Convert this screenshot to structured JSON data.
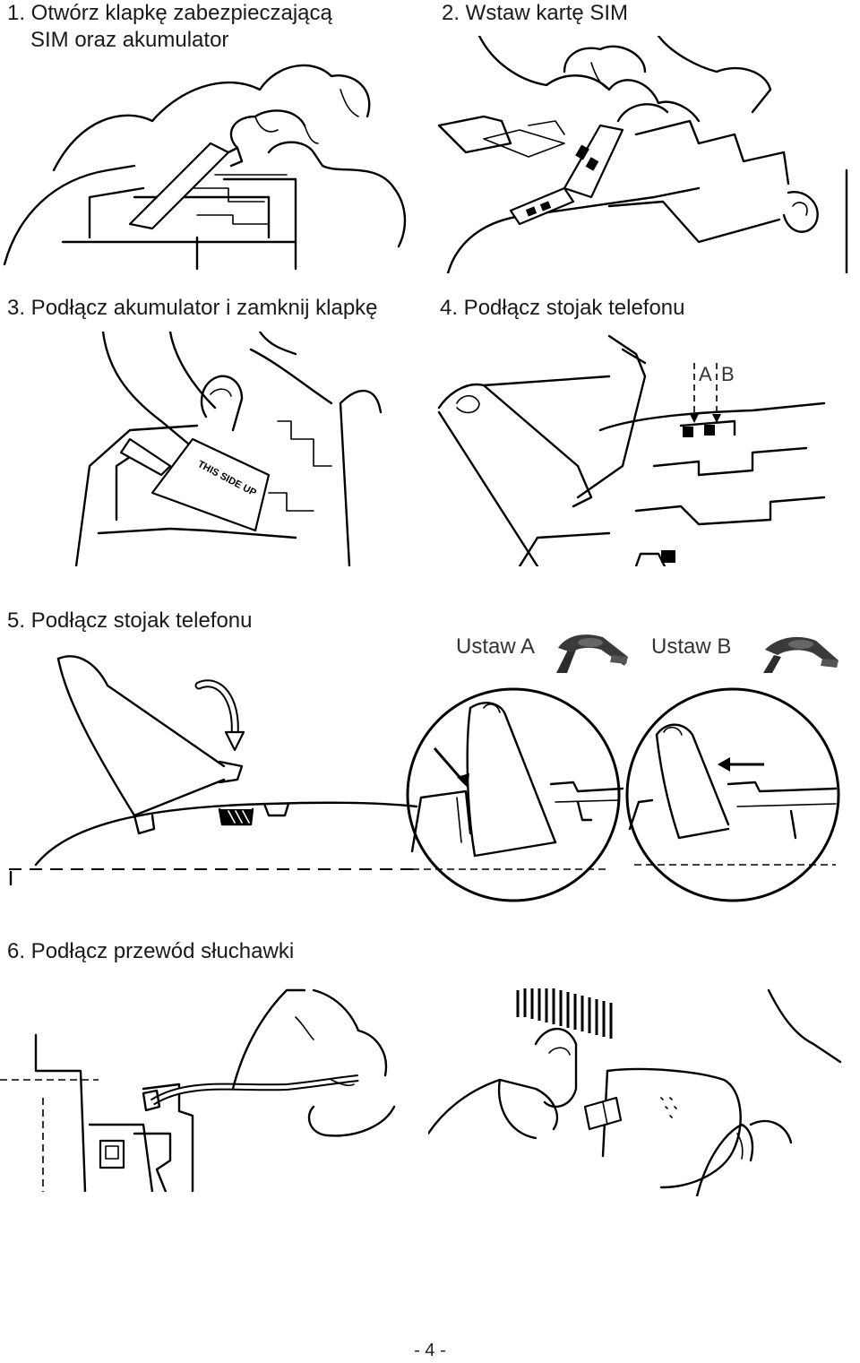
{
  "steps": {
    "step1": {
      "line1": "1. Otwórz klapkę zabezpieczającą",
      "line2": "SIM oraz akumulator"
    },
    "step2": {
      "title": "2. Wstaw kartę SIM"
    },
    "step3": {
      "title": "3. Podłącz akumulator i zamknij klapkę",
      "battery_label": "THIS SIDE UP"
    },
    "step4": {
      "title": "4. Podłącz stojak telefonu",
      "label_a": "A",
      "label_b": "B"
    },
    "step5": {
      "title": "5. Podłącz stojak telefonu",
      "option_a": "Ustaw A",
      "option_b": "Ustaw B"
    },
    "step6": {
      "title": "6. Podłącz przewód słuchawki"
    }
  },
  "page_number": "- 4 -",
  "icons": [
    "phone-upright-icon",
    "phone-angled-icon"
  ]
}
